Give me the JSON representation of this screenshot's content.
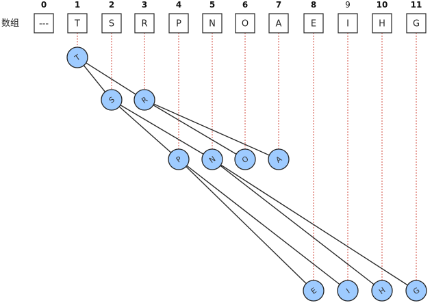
{
  "array": {
    "label": "数组",
    "cells": [
      {
        "index": "0",
        "value": "---"
      },
      {
        "index": "1",
        "value": "T"
      },
      {
        "index": "2",
        "value": "S"
      },
      {
        "index": "3",
        "value": "R"
      },
      {
        "index": "4",
        "value": "P"
      },
      {
        "index": "5",
        "value": "N"
      },
      {
        "index": "6",
        "value": "O"
      },
      {
        "index": "7",
        "value": "A"
      },
      {
        "index": "8",
        "value": "E"
      },
      {
        "index": "9",
        "value": "I"
      },
      {
        "index": "10",
        "value": "H"
      },
      {
        "index": "11",
        "value": "G"
      }
    ]
  },
  "tree": {
    "nodes": [
      {
        "label": "T",
        "array_index": 1,
        "parent": null
      },
      {
        "label": "S",
        "array_index": 2,
        "parent": "T"
      },
      {
        "label": "R",
        "array_index": 3,
        "parent": "T"
      },
      {
        "label": "P",
        "array_index": 4,
        "parent": "S"
      },
      {
        "label": "N",
        "array_index": 5,
        "parent": "S"
      },
      {
        "label": "O",
        "array_index": 6,
        "parent": "R"
      },
      {
        "label": "A",
        "array_index": 7,
        "parent": "R"
      },
      {
        "label": "E",
        "array_index": 8,
        "parent": "P"
      },
      {
        "label": "I",
        "array_index": 9,
        "parent": "P"
      },
      {
        "label": "H",
        "array_index": 10,
        "parent": "N"
      },
      {
        "label": "G",
        "array_index": 11,
        "parent": "N"
      }
    ]
  },
  "colors": {
    "node_fill": "#9ecbff",
    "guide_line": "#d24a3c",
    "edge": "#2a2a2a"
  }
}
